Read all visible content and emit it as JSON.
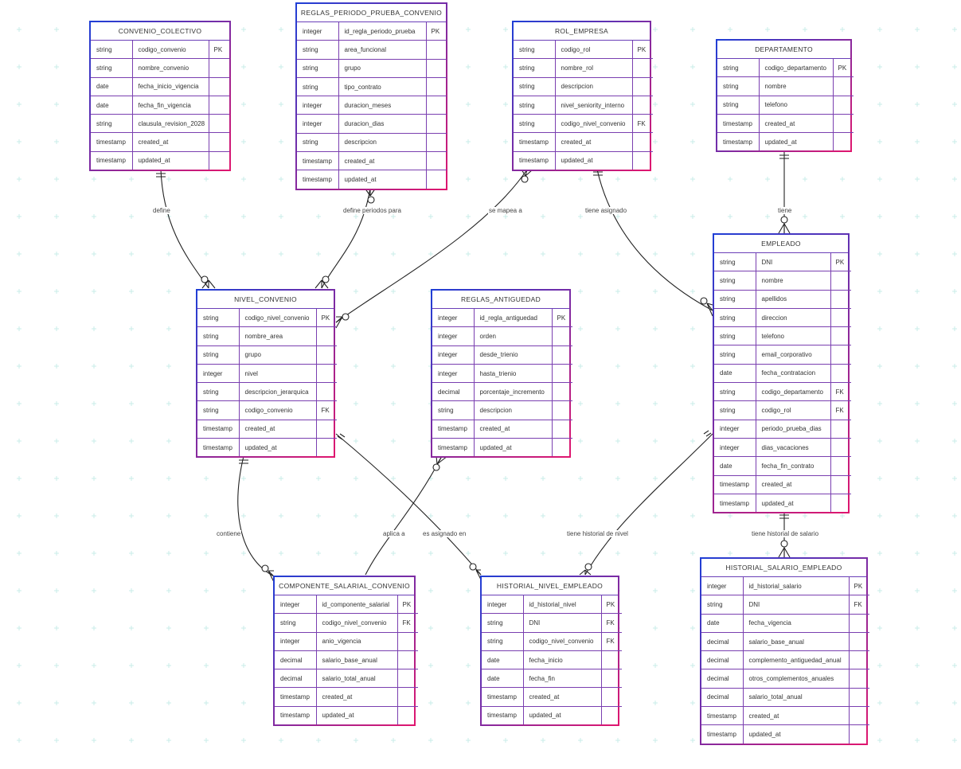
{
  "entities": [
    {
      "id": "convenio_colectivo",
      "title": "CONVENIO_COLECTIVO",
      "rows": [
        [
          "string",
          "codigo_convenio",
          "PK"
        ],
        [
          "string",
          "nombre_convenio",
          ""
        ],
        [
          "date",
          "fecha_inicio_vigencia",
          ""
        ],
        [
          "date",
          "fecha_fin_vigencia",
          ""
        ],
        [
          "string",
          "clausula_revision_2028",
          ""
        ],
        [
          "timestamp",
          "created_at",
          ""
        ],
        [
          "timestamp",
          "updated_at",
          ""
        ]
      ]
    },
    {
      "id": "reglas_periodo_prueba_convenio",
      "title": "REGLAS_PERIODO_PRUEBA_CONVENIO",
      "rows": [
        [
          "integer",
          "id_regla_periodo_prueba",
          "PK"
        ],
        [
          "string",
          "area_funcional",
          ""
        ],
        [
          "string",
          "grupo",
          ""
        ],
        [
          "string",
          "tipo_contrato",
          ""
        ],
        [
          "integer",
          "duracion_meses",
          ""
        ],
        [
          "integer",
          "duracion_dias",
          ""
        ],
        [
          "string",
          "descripcion",
          ""
        ],
        [
          "timestamp",
          "created_at",
          ""
        ],
        [
          "timestamp",
          "updated_at",
          ""
        ]
      ]
    },
    {
      "id": "rol_empresa",
      "title": "ROL_EMPRESA",
      "rows": [
        [
          "string",
          "codigo_rol",
          "PK"
        ],
        [
          "string",
          "nombre_rol",
          ""
        ],
        [
          "string",
          "descripcion",
          ""
        ],
        [
          "string",
          "nivel_seniority_interno",
          ""
        ],
        [
          "string",
          "codigo_nivel_convenio",
          "FK"
        ],
        [
          "timestamp",
          "created_at",
          ""
        ],
        [
          "timestamp",
          "updated_at",
          ""
        ]
      ]
    },
    {
      "id": "departamento",
      "title": "DEPARTAMENTO",
      "rows": [
        [
          "string",
          "codigo_departamento",
          "PK"
        ],
        [
          "string",
          "nombre",
          ""
        ],
        [
          "string",
          "telefono",
          ""
        ],
        [
          "timestamp",
          "created_at",
          ""
        ],
        [
          "timestamp",
          "updated_at",
          ""
        ]
      ]
    },
    {
      "id": "nivel_convenio",
      "title": "NIVEL_CONVENIO",
      "rows": [
        [
          "string",
          "codigo_nivel_convenio",
          "PK"
        ],
        [
          "string",
          "nombre_area",
          ""
        ],
        [
          "string",
          "grupo",
          ""
        ],
        [
          "integer",
          "nivel",
          ""
        ],
        [
          "string",
          "descripcion_jerarquica",
          ""
        ],
        [
          "string",
          "codigo_convenio",
          "FK"
        ],
        [
          "timestamp",
          "created_at",
          ""
        ],
        [
          "timestamp",
          "updated_at",
          ""
        ]
      ]
    },
    {
      "id": "reglas_antiguedad",
      "title": "REGLAS_ANTIGUEDAD",
      "rows": [
        [
          "integer",
          "id_regla_antiguedad",
          "PK"
        ],
        [
          "integer",
          "orden",
          ""
        ],
        [
          "integer",
          "desde_trienio",
          ""
        ],
        [
          "integer",
          "hasta_trienio",
          ""
        ],
        [
          "decimal",
          "porcentaje_incremento",
          ""
        ],
        [
          "string",
          "descripcion",
          ""
        ],
        [
          "timestamp",
          "created_at",
          ""
        ],
        [
          "timestamp",
          "updated_at",
          ""
        ]
      ]
    },
    {
      "id": "empleado",
      "title": "EMPLEADO",
      "rows": [
        [
          "string",
          "DNI",
          "PK"
        ],
        [
          "string",
          "nombre",
          ""
        ],
        [
          "string",
          "apellidos",
          ""
        ],
        [
          "string",
          "direccion",
          ""
        ],
        [
          "string",
          "telefono",
          ""
        ],
        [
          "string",
          "email_corporativo",
          ""
        ],
        [
          "date",
          "fecha_contratacion",
          ""
        ],
        [
          "string",
          "codigo_departamento",
          "FK"
        ],
        [
          "string",
          "codigo_rol",
          "FK"
        ],
        [
          "integer",
          "periodo_prueba_dias",
          ""
        ],
        [
          "integer",
          "dias_vacaciones",
          ""
        ],
        [
          "date",
          "fecha_fin_contrato",
          ""
        ],
        [
          "timestamp",
          "created_at",
          ""
        ],
        [
          "timestamp",
          "updated_at",
          ""
        ]
      ]
    },
    {
      "id": "componente_salarial_convenio",
      "title": "COMPONENTE_SALARIAL_CONVENIO",
      "rows": [
        [
          "integer",
          "id_componente_salarial",
          "PK"
        ],
        [
          "string",
          "codigo_nivel_convenio",
          "FK"
        ],
        [
          "integer",
          "anio_vigencia",
          ""
        ],
        [
          "decimal",
          "salario_base_anual",
          ""
        ],
        [
          "decimal",
          "salario_total_anual",
          ""
        ],
        [
          "timestamp",
          "created_at",
          ""
        ],
        [
          "timestamp",
          "updated_at",
          ""
        ]
      ]
    },
    {
      "id": "historial_nivel_empleado",
      "title": "HISTORIAL_NIVEL_EMPLEADO",
      "rows": [
        [
          "integer",
          "id_historial_nivel",
          "PK"
        ],
        [
          "string",
          "DNI",
          "FK"
        ],
        [
          "string",
          "codigo_nivel_convenio",
          "FK"
        ],
        [
          "date",
          "fecha_inicio",
          ""
        ],
        [
          "date",
          "fecha_fin",
          ""
        ],
        [
          "timestamp",
          "created_at",
          ""
        ],
        [
          "timestamp",
          "updated_at",
          ""
        ]
      ]
    },
    {
      "id": "historial_salario_empleado",
      "title": "HISTORIAL_SALARIO_EMPLEADO",
      "rows": [
        [
          "integer",
          "id_historial_salario",
          "PK"
        ],
        [
          "string",
          "DNI",
          "FK"
        ],
        [
          "date",
          "fecha_vigencia",
          ""
        ],
        [
          "decimal",
          "salario_base_anual",
          ""
        ],
        [
          "decimal",
          "complemento_antiguedad_anual",
          ""
        ],
        [
          "decimal",
          "otros_complementos_anuales",
          ""
        ],
        [
          "decimal",
          "salario_total_anual",
          ""
        ],
        [
          "timestamp",
          "created_at",
          ""
        ],
        [
          "timestamp",
          "updated_at",
          ""
        ]
      ]
    }
  ],
  "relationships": [
    {
      "from": "convenio_colectivo",
      "to": "nivel_convenio",
      "label": "define"
    },
    {
      "from": "reglas_periodo_prueba_convenio",
      "to": "nivel_convenio",
      "label": "define periodos para"
    },
    {
      "from": "rol_empresa",
      "to": "nivel_convenio",
      "label": "se mapea a"
    },
    {
      "from": "rol_empresa",
      "to": "empleado",
      "label": "tiene asignado"
    },
    {
      "from": "departamento",
      "to": "empleado",
      "label": "tiene"
    },
    {
      "from": "nivel_convenio",
      "to": "componente_salarial_convenio",
      "label": "contiene"
    },
    {
      "from": "reglas_antiguedad",
      "to": "componente_salarial_convenio",
      "label": "aplica a"
    },
    {
      "from": "nivel_convenio",
      "to": "historial_nivel_empleado",
      "label": "es asignado en"
    },
    {
      "from": "empleado",
      "to": "historial_nivel_empleado",
      "label": "tiene historial de nivel"
    },
    {
      "from": "empleado",
      "to": "historial_salario_empleado",
      "label": "tiene historial de salario"
    }
  ],
  "colors": {
    "border_start": "#1f3fd6",
    "border_end": "#e0166e",
    "grid": "#c9ece8",
    "line": "#222222"
  }
}
